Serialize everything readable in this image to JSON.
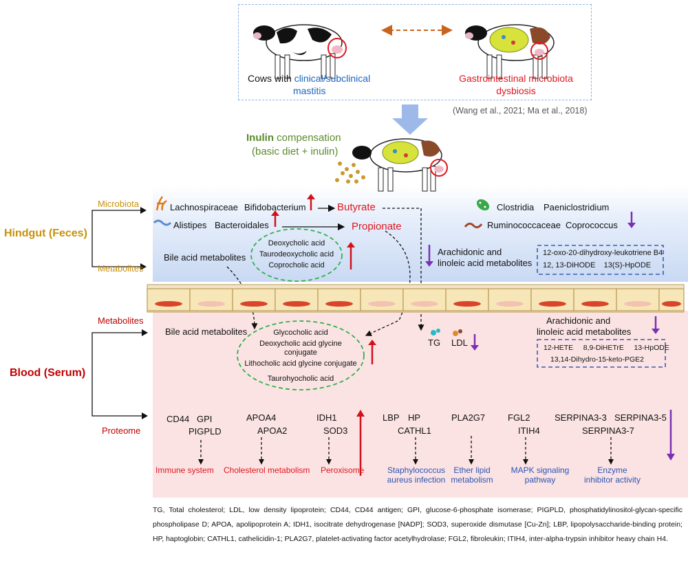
{
  "top": {
    "cows_label_prefix": "Cows with",
    "cows_label_highlight": "clinical/subclinical",
    "cows_label_line2": "mastitis",
    "dysbiosis_line1": "Gastrointestinal microbiota",
    "dysbiosis_line2": "dysbiosis",
    "citation": "(Wang et al., 2021; Ma et al., 2018)"
  },
  "inulin": {
    "bold": "Inulin",
    "rest": "compensation",
    "line2": "(basic diet + inulin)"
  },
  "hindgut": {
    "section_label": "Hindgut (Feces)",
    "microbiota_label": "Microbiota",
    "metabolites_label": "Metabolites",
    "taxa": {
      "lachnospiraceae": "Lachnospiraceae",
      "bifidobacterium": "Bifidobacterium",
      "alistipes": "Alistipes",
      "bacteroidales": "Bacteroidales",
      "clostridia": "Clostridia",
      "paeniclostridium": "Paeniclostridium",
      "ruminococcaceae": "Ruminococcaceae",
      "coprococcus": "Coprococcus"
    },
    "butyrate": "Butyrate",
    "propionate": "Propionate",
    "bile_acid_label": "Bile acid metabolites",
    "bile_acids": [
      "Deoxycholic acid",
      "Taurodeoxycholic acid",
      "Coprocholic acid"
    ],
    "arachidonic_line1": "Arachidonic and",
    "arachidonic_line2": "linoleic acid metabolites",
    "arachidonic_box_line1": "12-oxo-20-dihydroxy-leukotriene B4",
    "arachidonic_box_line2": "12, 13-DiHODE    13(S)-HpODE"
  },
  "blood": {
    "section_label": "Blood (Serum)",
    "metabolites_label": "Metabolites",
    "proteome_label": "Proteome",
    "bile_acid_label": "Bile acid metabolites",
    "bile_acids": [
      "Glycocholic acid",
      "Deoxycholic acid glycine",
      "conjugate",
      "Lithocholic acid glycine conjugate",
      "Taurohyocholic acid"
    ],
    "tg": "TG",
    "ldl": "LDL",
    "arachidonic_line1": "Arachidonic and",
    "arachidonic_line2": "linoleic acid metabolites",
    "arachidonic_box_line1": "12-HETE     8,9-DiHETrE     13-HpODE",
    "arachidonic_box_line2": "13,14-Dihydro-15-keto-PGE2",
    "proteins": {
      "cd44": "CD44",
      "gpi": "GPI",
      "pigpld": "PIGPLD",
      "apoa4": "APOA4",
      "apoa2": "APOA2",
      "idh1": "IDH1",
      "sod3": "SOD3",
      "lbp": "LBP",
      "hp": "HP",
      "cathl1": "CATHL1",
      "pla2g7": "PLA2G7",
      "fgl2": "FGL2",
      "itih4": "ITIH4",
      "serpina3_3": "SERPINA3-3",
      "serpina3_5": "SERPINA3-5",
      "serpina3_7": "SERPINA3-7"
    },
    "pathways": {
      "immune": "Immune system",
      "cholesterol": "Cholesterol metabolism",
      "peroxisome": "Peroxisome",
      "staph_line1": "Staphylococcus",
      "staph_line2": "aureus infection",
      "ether_line1": "Ether lipid",
      "ether_line2": "metabolism",
      "mapk_line1": "MAPK signaling",
      "mapk_line2": "pathway",
      "enzyme_line1": "Enzyme",
      "enzyme_line2": "inhibitor activity"
    }
  },
  "legend": "TG, Total cholesterol; LDL, low density lipoprotein; CD44, CD44 antigen; GPI, glucose-6-phosphate isomerase; PIGPLD, phosphatidylinositol-glycan-specific phospholipase D; APOA, apolipoprotein A; IDH1, isocitrate dehydrogenase [NADP]; SOD3, superoxide dismutase [Cu-Zn]; LBP, lipopolysaccharide-binding protein; HP, haptoglobin; CATHL1, cathelicidin-1; PLA2G7, platelet-activating factor acetylhydrolase; FGL2, fibroleukin; ITIH4, inter-alpha-trypsin inhibitor heavy chain H4.",
  "colors": {
    "up_arrow": "#d0121b",
    "down_arrow": "#7a2fb5",
    "hindgut_label": "#c8900a",
    "blood_label": "#c00000",
    "pathway_red": "#e0161f",
    "pathway_blue": "#2b55b5",
    "dashed_box": "#5b8dd6",
    "bile_ellipse": "#2fae4e"
  }
}
